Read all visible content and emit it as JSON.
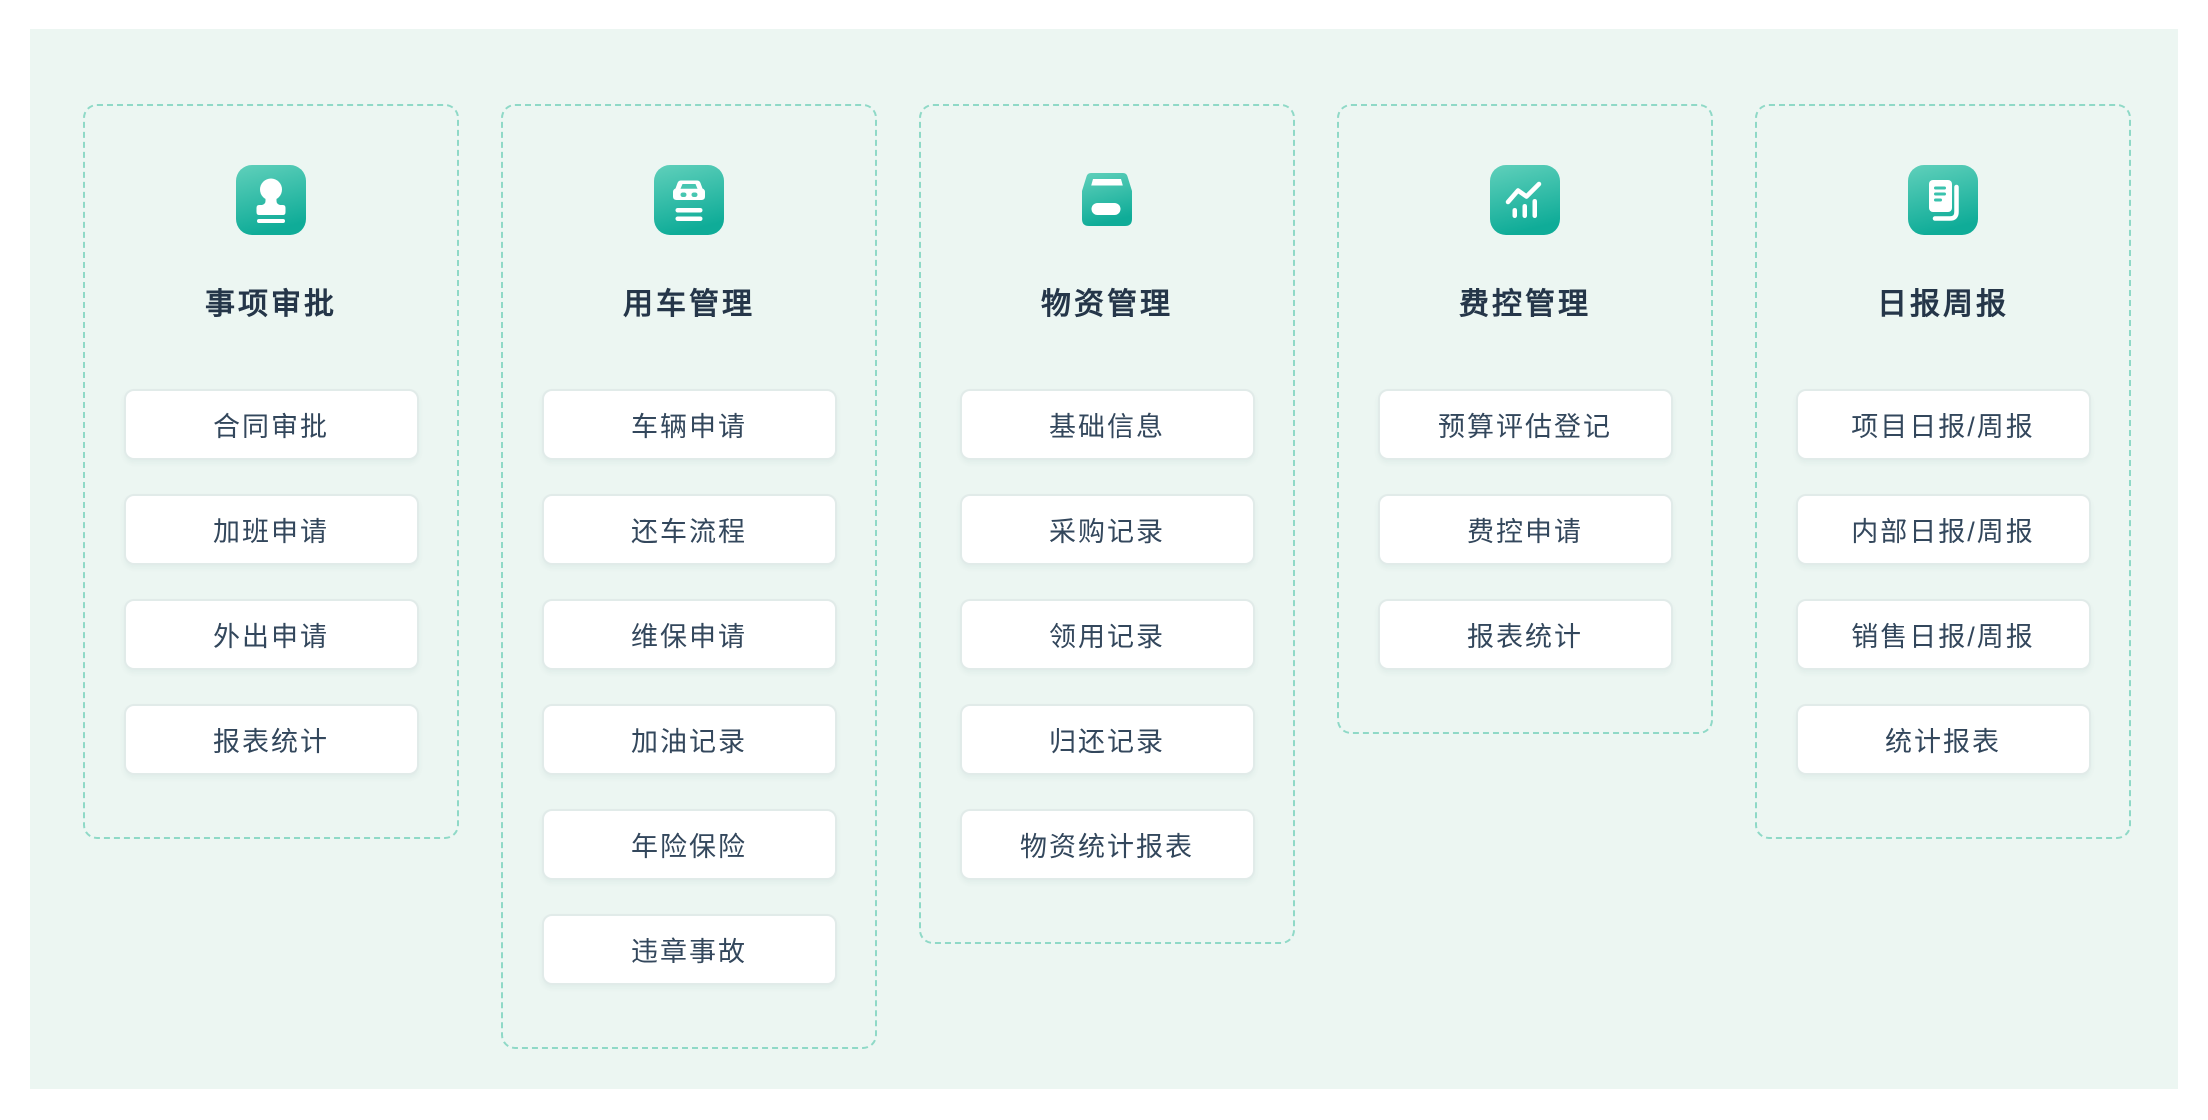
{
  "page": {
    "background_color": "#ffffff",
    "panel_background_color": "#ecf6f2",
    "dashed_border_color": "#8fd9c7",
    "icon_gradient": [
      "#60d0bb",
      "#0fac98"
    ],
    "title_text_color": "#253649",
    "item_text_color": "#33475c"
  },
  "columns": [
    {
      "id": "approval",
      "icon": "stamp-icon",
      "title": "事项审批",
      "items": [
        "合同审批",
        "加班申请",
        "外出申请",
        "报表统计"
      ]
    },
    {
      "id": "vehicle",
      "icon": "car-icon",
      "title": "用车管理",
      "items": [
        "车辆申请",
        "还车流程",
        "维保申请",
        "加油记录",
        "年险保险",
        "违章事故"
      ]
    },
    {
      "id": "materials",
      "icon": "storage-box-icon",
      "title": "物资管理",
      "items": [
        "基础信息",
        "采购记录",
        "领用记录",
        "归还记录",
        "物资统计报表"
      ]
    },
    {
      "id": "cost-control",
      "icon": "chart-icon",
      "title": "费控管理",
      "items": [
        "预算评估登记",
        "费控申请",
        "报表统计"
      ]
    },
    {
      "id": "reports",
      "icon": "report-doc-icon",
      "title": "日报周报",
      "items": [
        "项目日报/周报",
        "内部日报/周报",
        "销售日报/周报",
        "统计报表"
      ]
    }
  ]
}
